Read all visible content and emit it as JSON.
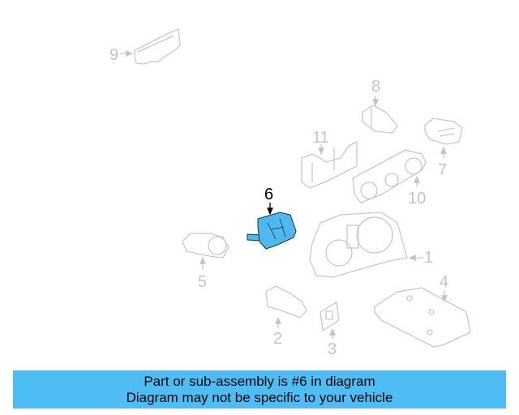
{
  "diagram": {
    "highlighted_part": "6",
    "colors": {
      "highlight_fill": "#4fb8f0",
      "part_stroke": "#c8c8c8",
      "highlight_stroke": "#0a3a2a",
      "banner_bg": "#4fbdf5"
    },
    "callouts": [
      {
        "id": "1",
        "label": "1"
      },
      {
        "id": "2",
        "label": "2"
      },
      {
        "id": "3",
        "label": "3"
      },
      {
        "id": "4",
        "label": "4"
      },
      {
        "id": "5",
        "label": "5"
      },
      {
        "id": "6",
        "label": "6"
      },
      {
        "id": "7",
        "label": "7"
      },
      {
        "id": "8",
        "label": "8"
      },
      {
        "id": "9",
        "label": "9"
      },
      {
        "id": "10",
        "label": "10"
      },
      {
        "id": "11",
        "label": "11"
      }
    ]
  },
  "banner": {
    "line1": "Part or sub-assembly is #6 in diagram",
    "line2": "Diagram may not be specific to your vehicle"
  }
}
